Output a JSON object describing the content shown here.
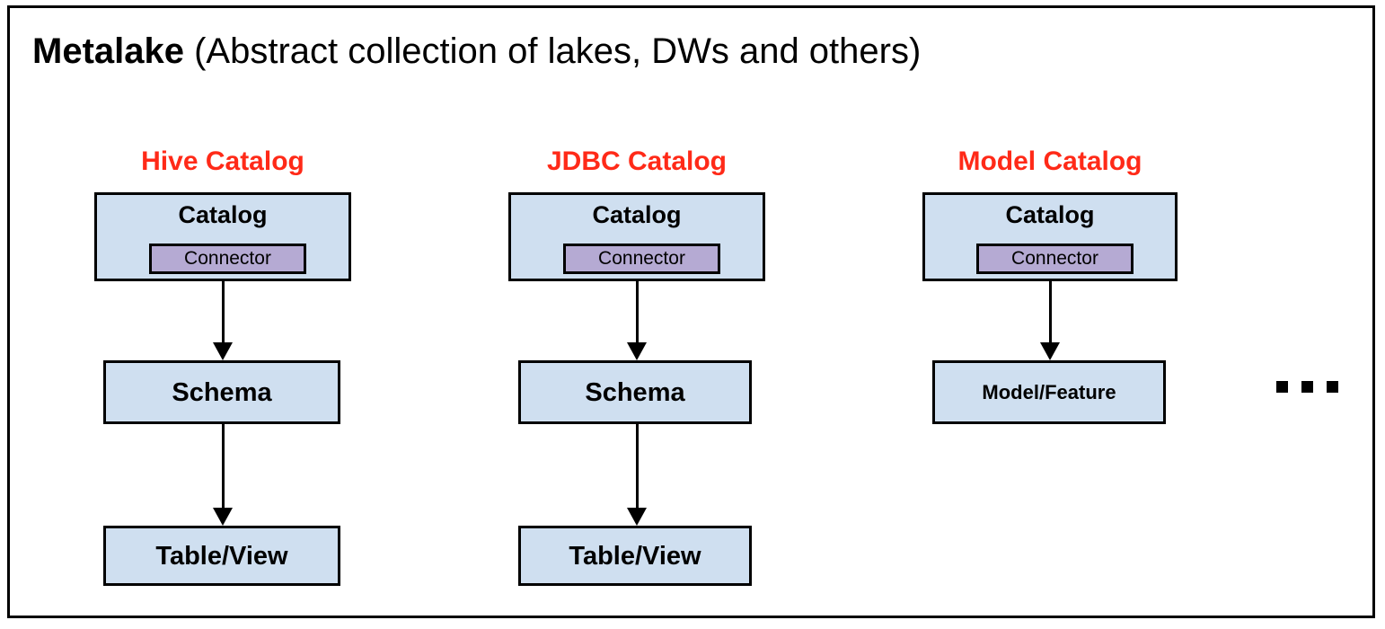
{
  "diagram": {
    "title": {
      "strong": "Metalake",
      "normal": " (Abstract collection of lakes, DWs and others)"
    },
    "colors": {
      "node_fill": "#cfdff0",
      "connector_fill": "#b5aad3",
      "heading": "#ff2a18",
      "border": "#000000",
      "background": "#ffffff"
    },
    "columns": [
      {
        "heading": "Hive Catalog",
        "catalog": {
          "label": "Catalog",
          "connector": "Connector"
        },
        "nodes": [
          {
            "label": "Schema"
          },
          {
            "label": "Table/View"
          }
        ]
      },
      {
        "heading": "JDBC Catalog",
        "catalog": {
          "label": "Catalog",
          "connector": "Connector"
        },
        "nodes": [
          {
            "label": "Schema"
          },
          {
            "label": "Table/View"
          }
        ]
      },
      {
        "heading": "Model Catalog",
        "catalog": {
          "label": "Catalog",
          "connector": "Connector"
        },
        "nodes": [
          {
            "label": "Model/Feature"
          }
        ]
      }
    ],
    "more_indicator": "..."
  }
}
